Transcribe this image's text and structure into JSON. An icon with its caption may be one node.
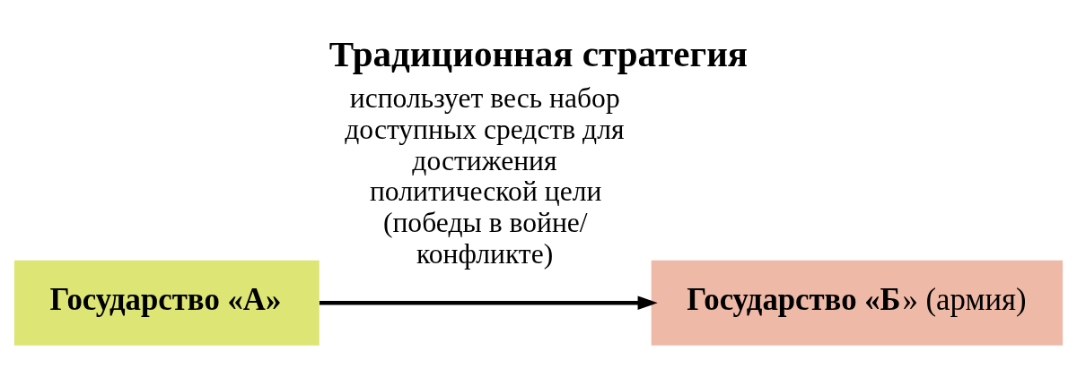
{
  "diagram": {
    "title": "Традиционная стратегия",
    "nodes": [
      {
        "text": [
          "Государство «А»"
        ]
      },
      {
        "text": [
          "**Государство «Б**» (армия)"
        ]
      }
    ],
    "edges": [
      {
        "from": 0,
        "to": 1,
        "arrow": "to",
        "label": "использует весь набор доступных средств для достижения политической цели (победы в войне/ конфликте)"
      }
    ]
  }
}
